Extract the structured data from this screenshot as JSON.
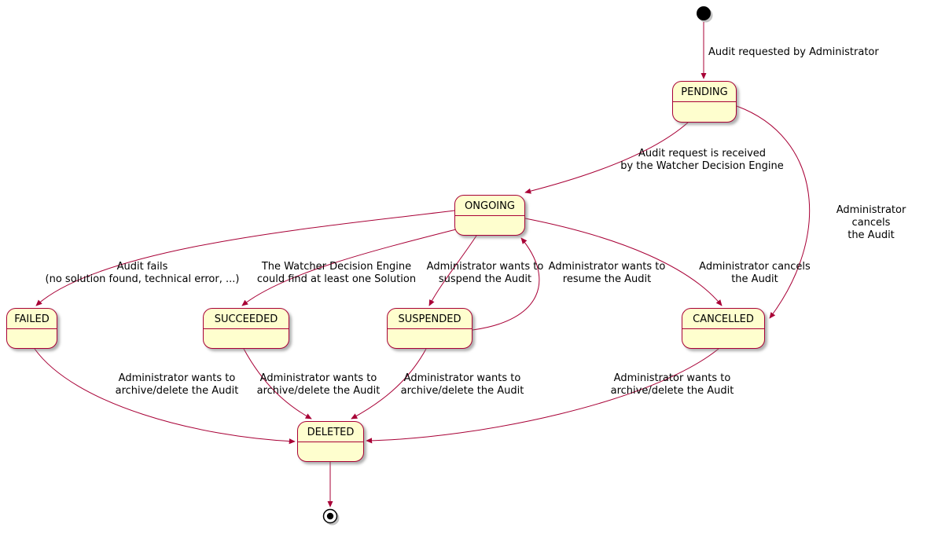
{
  "diagram": {
    "type": "state-machine",
    "states": {
      "pending": "PENDING",
      "ongoing": "ONGOING",
      "failed": "FAILED",
      "succeeded": "SUCCEEDED",
      "suspended": "SUSPENDED",
      "cancelled": "CANCELLED",
      "deleted": "DELETED"
    },
    "edges": {
      "start_to_pending": "Audit requested by Administrator",
      "pending_to_ongoing": "Audit request is received\nby the Watcher Decision Engine",
      "pending_to_cancelled": "Administrator cancels\nthe Audit",
      "ongoing_to_failed": "Audit fails\n(no solution found, technical error, ...)",
      "ongoing_to_succeeded": "The Watcher Decision Engine\ncould find at least one Solution",
      "ongoing_to_suspended": "Administrator wants to\nsuspend the Audit",
      "suspended_to_ongoing": "Administrator wants to\nresume the Audit",
      "ongoing_to_cancelled": "Administrator cancels\nthe Audit",
      "failed_to_deleted": "Administrator wants to\narchive/delete the Audit",
      "succeeded_to_deleted": "Administrator wants to\narchive/delete the Audit",
      "suspended_to_deleted": "Administrator wants to\narchive/delete the Audit",
      "cancelled_to_deleted": "Administrator wants to\narchive/delete the Audit"
    },
    "colors": {
      "state_fill": "#FEFECE",
      "state_border": "#A80036",
      "arrow": "#A80036",
      "text": "#000000"
    }
  }
}
